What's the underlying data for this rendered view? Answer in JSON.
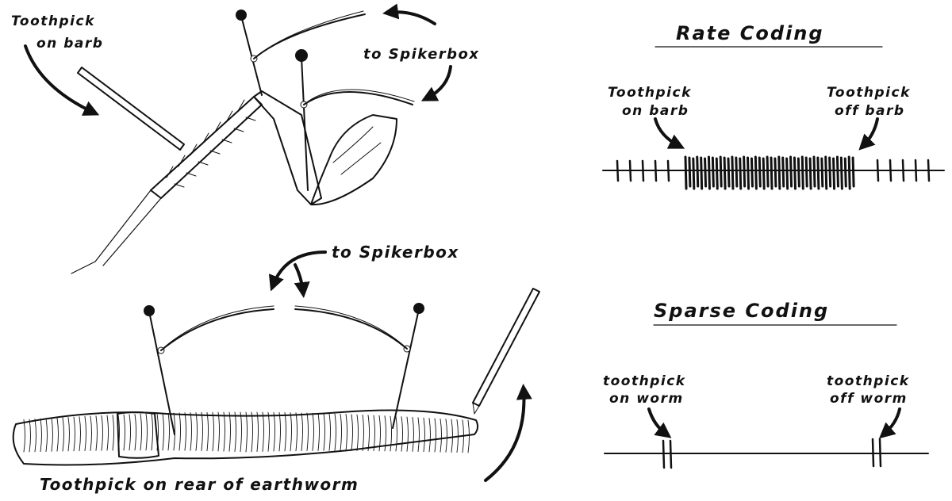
{
  "cricket_panel": {
    "toothpick_label_line1": "Toothpick",
    "toothpick_label_line2": "on barb",
    "spikerbox_label": "to Spikerbox"
  },
  "earthworm_panel": {
    "spikerbox_label": "to Spikerbox",
    "toothpick_label": "Toothpick on rear of earthworm"
  },
  "rate_coding": {
    "title": "Rate Coding",
    "on_label_line1": "Toothpick",
    "on_label_line2": "on barb",
    "off_label_line1": "Toothpick",
    "off_label_line2": "off barb",
    "sparse_spikes_before": 5,
    "dense_spikes": 44,
    "sparse_spikes_after": 5
  },
  "sparse_coding": {
    "title": "Sparse Coding",
    "on_label_line1": "toothpick",
    "on_label_line2": "on worm",
    "off_label_line1": "toothpick",
    "off_label_line2": "off worm",
    "spikes_per_burst": 2
  }
}
